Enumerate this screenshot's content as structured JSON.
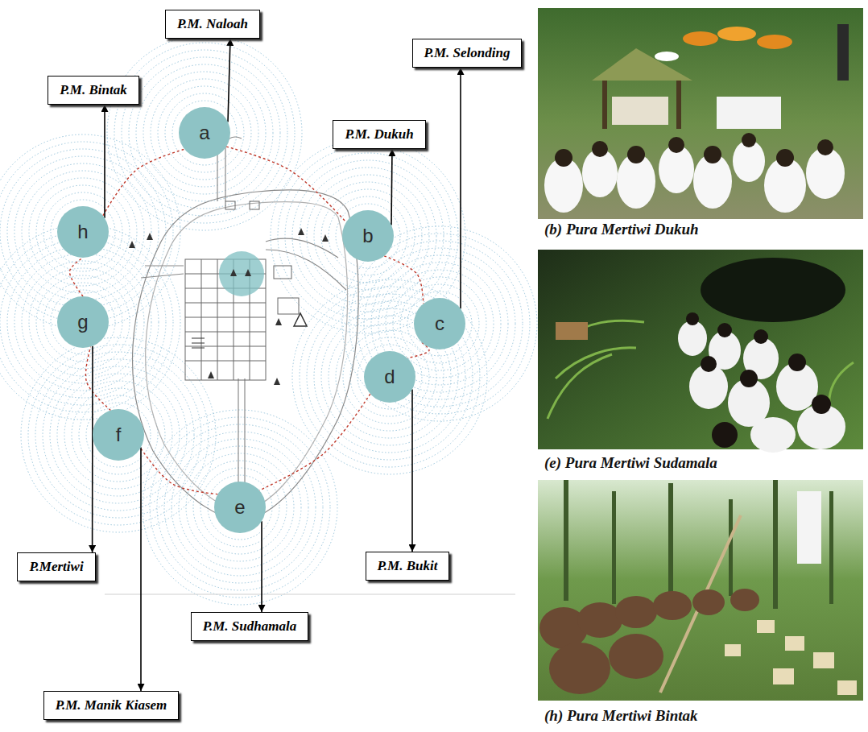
{
  "diagram": {
    "nodes": [
      {
        "text": [
          "a"
        ]
      },
      {
        "text": [
          "b"
        ]
      },
      {
        "text": [
          "c"
        ]
      },
      {
        "text": [
          "d"
        ]
      },
      {
        "text": [
          "e"
        ]
      },
      {
        "text": [
          "f"
        ]
      },
      {
        "text": [
          "g"
        ]
      },
      {
        "text": [
          "h"
        ]
      },
      {
        "text": [
          "P.M. Naloah"
        ]
      },
      {
        "text": [
          "P.M. Dukuh"
        ]
      },
      {
        "text": [
          "P.M. Selonding"
        ]
      },
      {
        "text": [
          "P.M. Bukit"
        ]
      },
      {
        "text": [
          "P.M. Sudhamala"
        ]
      },
      {
        "text": [
          "P.M. Manik Kiasem"
        ]
      },
      {
        "text": [
          "P.Mertiwi"
        ]
      },
      {
        "text": [
          "P.M. Bintak"
        ]
      }
    ],
    "edges": [
      {
        "from": 0,
        "to": 1,
        "arrow": "none"
      },
      {
        "from": 1,
        "to": 2,
        "arrow": "none"
      },
      {
        "from": 2,
        "to": 3,
        "arrow": "none"
      },
      {
        "from": 3,
        "to": 4,
        "arrow": "none"
      },
      {
        "from": 4,
        "to": 5,
        "arrow": "none"
      },
      {
        "from": 5,
        "to": 6,
        "arrow": "none"
      },
      {
        "from": 6,
        "to": 7,
        "arrow": "none"
      },
      {
        "from": 7,
        "to": 0,
        "arrow": "none"
      },
      {
        "from": 0,
        "to": 8,
        "arrow": "to"
      },
      {
        "from": 1,
        "to": 9,
        "arrow": "to"
      },
      {
        "from": 2,
        "to": 10,
        "arrow": "to"
      },
      {
        "from": 3,
        "to": 11,
        "arrow": "to"
      },
      {
        "from": 4,
        "to": 12,
        "arrow": "to"
      },
      {
        "from": 5,
        "to": 13,
        "arrow": "to"
      },
      {
        "from": 6,
        "to": 14,
        "arrow": "to"
      },
      {
        "from": 7,
        "to": 15,
        "arrow": "to"
      }
    ],
    "labels": [
      "(b) Pura Mertiwi Dukuh",
      "(e) Pura Mertiwi Sudamala",
      "(h) Pura Mertiwi Bintak"
    ]
  }
}
